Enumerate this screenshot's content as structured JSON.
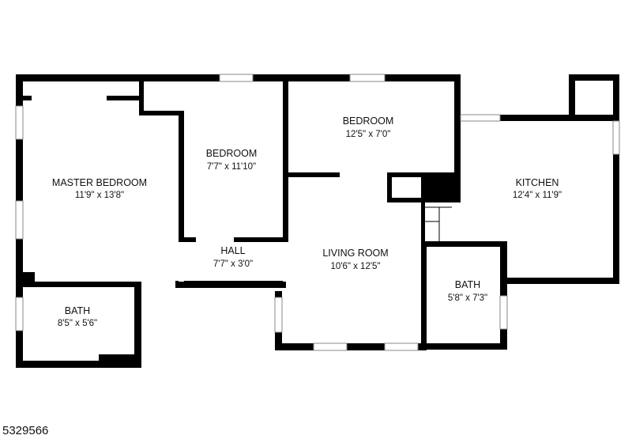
{
  "rooms": {
    "master_bedroom": {
      "name": "MASTER BEDROOM",
      "dims": "11'9\" x 13'8\""
    },
    "bedroom_1": {
      "name": "BEDROOM",
      "dims": "7'7\" x 11'10\""
    },
    "bedroom_2": {
      "name": "BEDROOM",
      "dims": "12'5\" x 7'0\""
    },
    "kitchen": {
      "name": "KITCHEN",
      "dims": "12'4\" x 11'9\""
    },
    "hall": {
      "name": "HALL",
      "dims": "7'7\" x 3'0\""
    },
    "living_room": {
      "name": "LIVING ROOM",
      "dims": "10'6\" x 12'5\""
    },
    "bath_1": {
      "name": "BATH",
      "dims": "8'5\" x 5'6\""
    },
    "bath_2": {
      "name": "BATH",
      "dims": "5'8\" x 7'3\""
    }
  },
  "listing_id": "5329566",
  "colors": {
    "wall": "#000000",
    "background": "#ffffff",
    "window": "#888888"
  }
}
